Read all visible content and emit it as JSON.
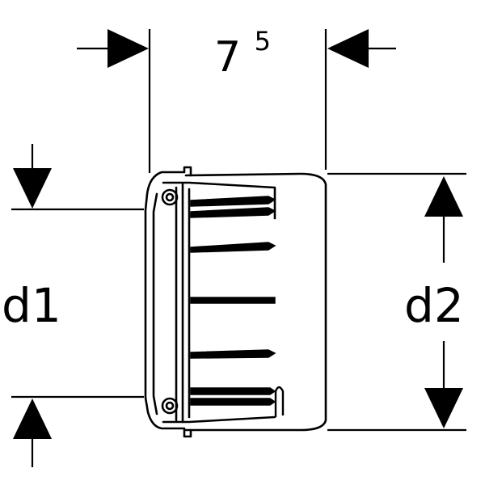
{
  "dimensions": {
    "length": {
      "base": "7",
      "superscript": "5"
    },
    "inner_diameter": "d1",
    "outer_diameter": "d2"
  },
  "colors": {
    "line": "#000000",
    "background": "#ffffff"
  }
}
